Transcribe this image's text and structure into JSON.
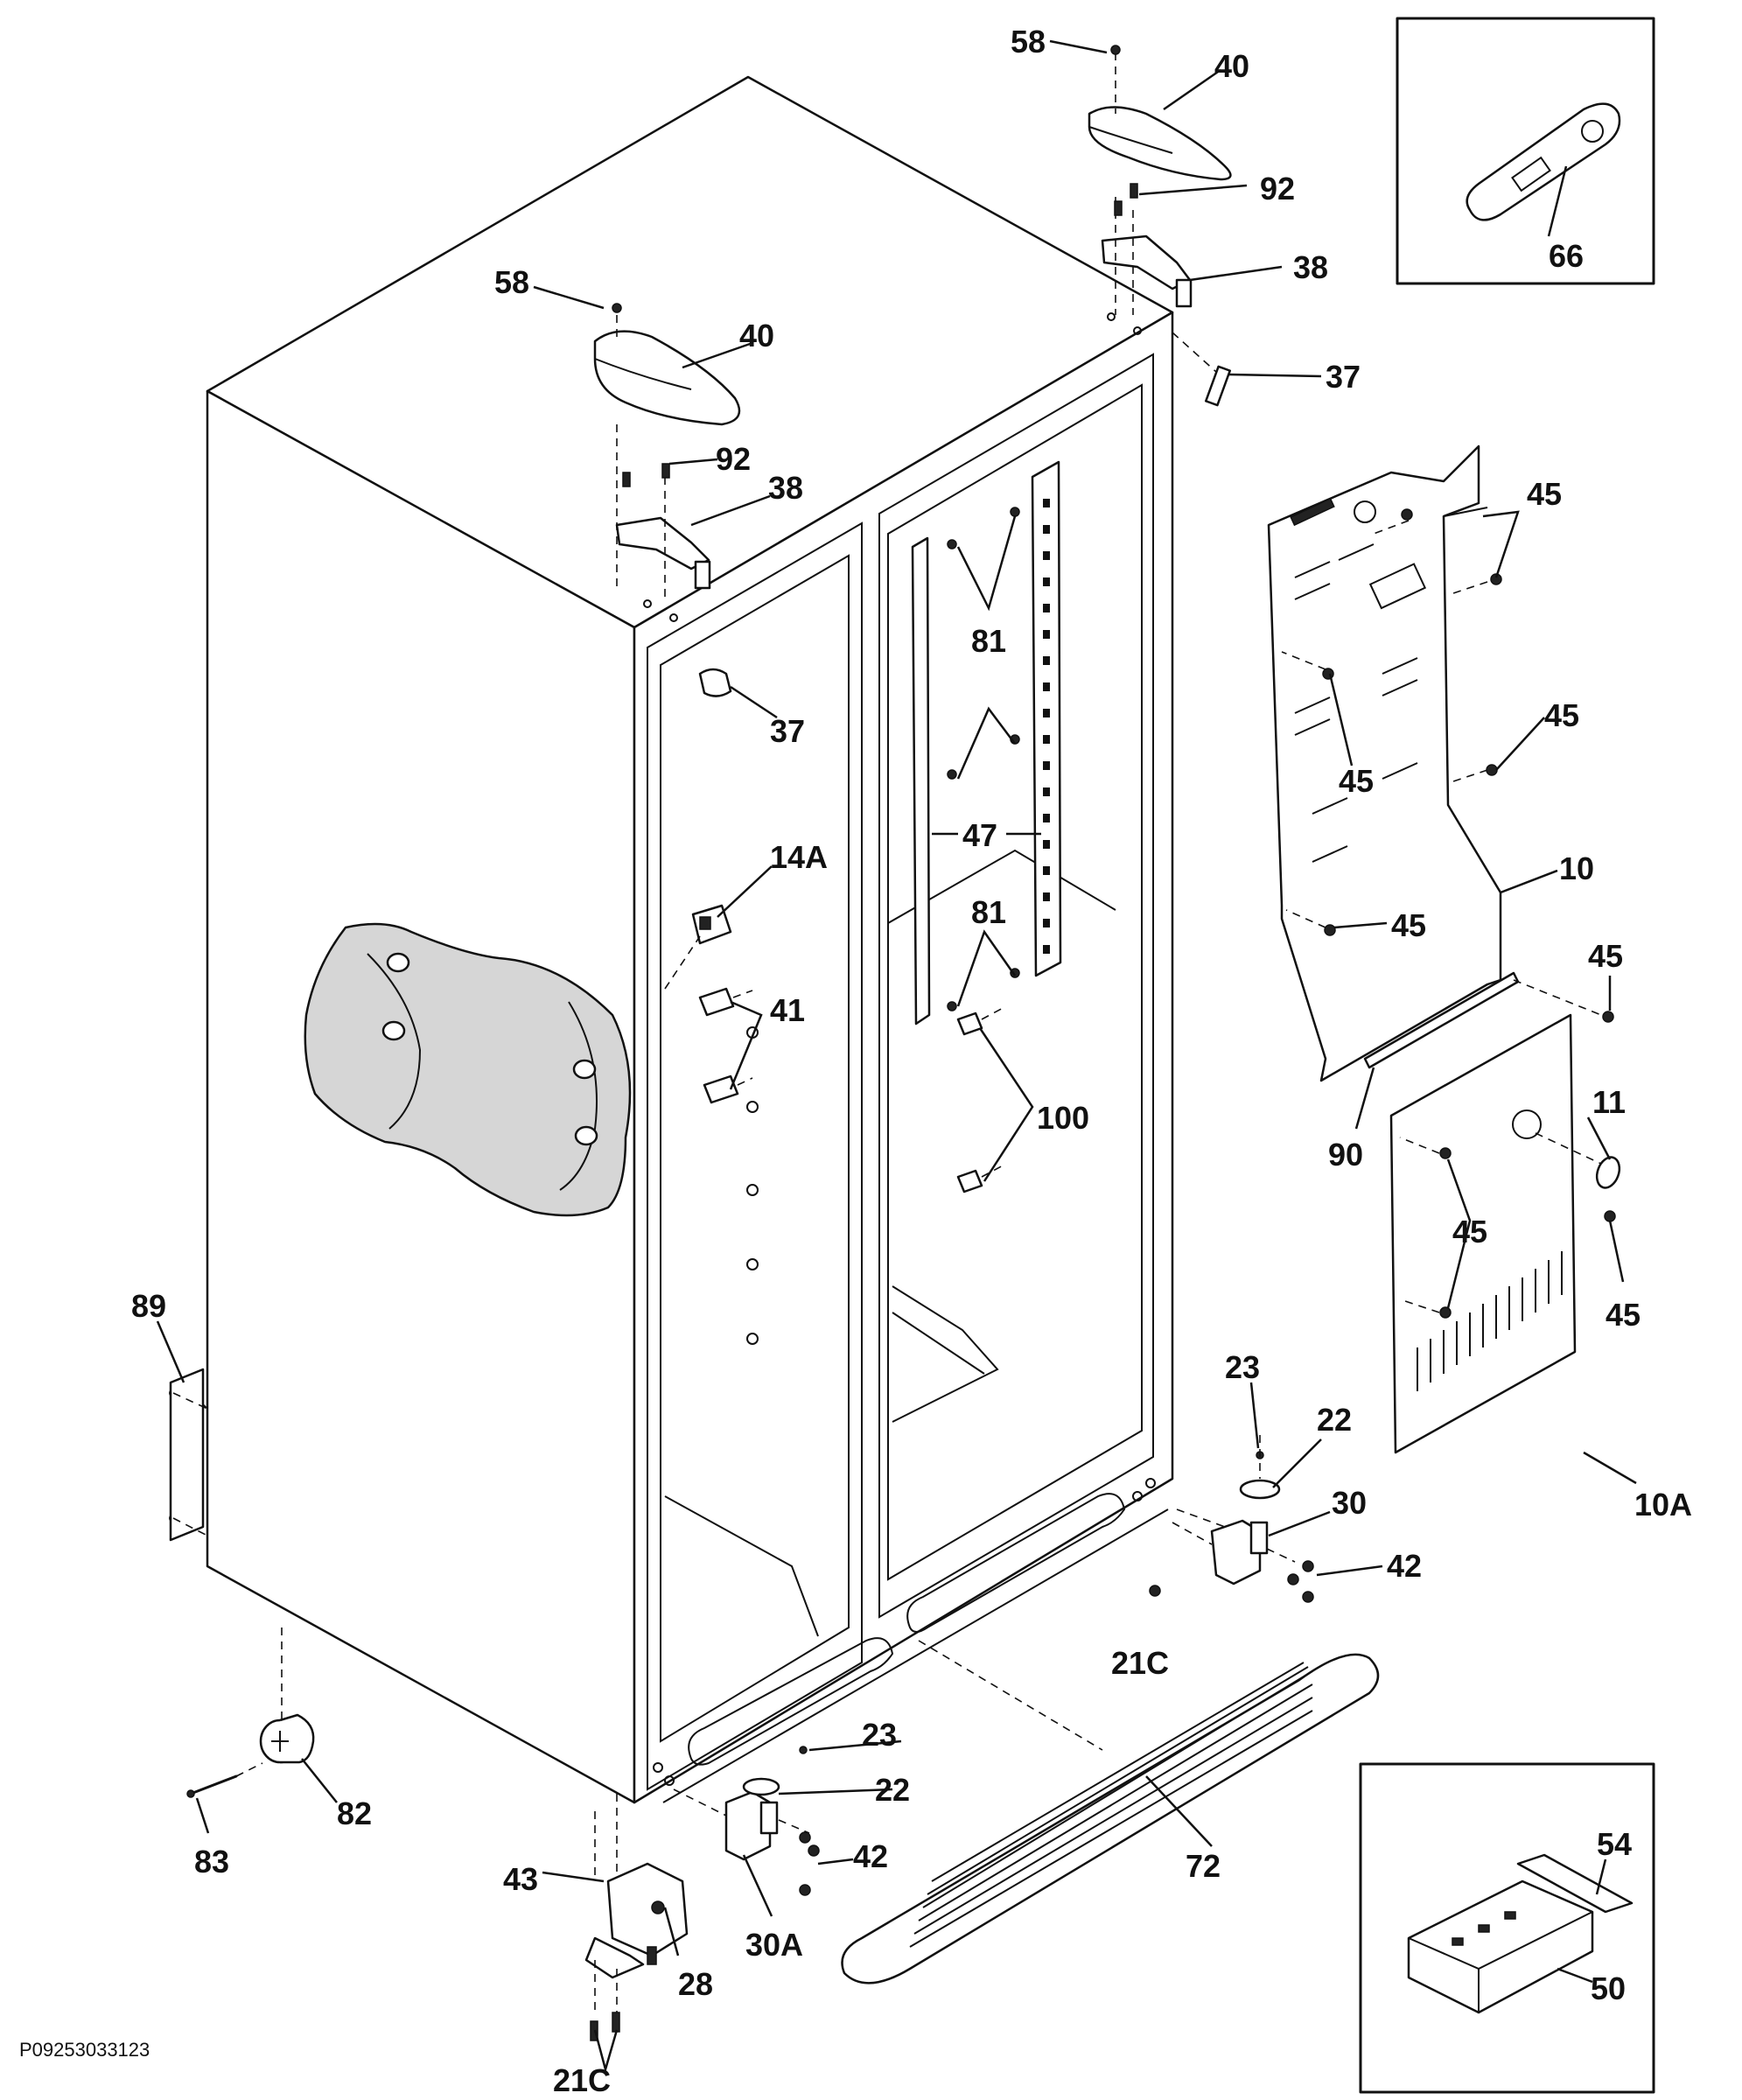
{
  "document_code": "P09253033123",
  "labels": {
    "l10": "10",
    "l10a": "10A",
    "l11": "11",
    "l14a": "14A",
    "l21c": "21C",
    "l22": "22",
    "l23": "23",
    "l28": "28",
    "l30": "30",
    "l30a": "30A",
    "l37": "37",
    "l38": "38",
    "l40": "40",
    "l41": "41",
    "l42": "42",
    "l43": "43",
    "l45": "45",
    "l47": "47",
    "l50": "50",
    "l54": "54",
    "l58": "58",
    "l66": "66",
    "l72": "72",
    "l81": "81",
    "l82": "82",
    "l83": "83",
    "l89": "89",
    "l90": "90",
    "l92": "92",
    "l100": "100"
  }
}
